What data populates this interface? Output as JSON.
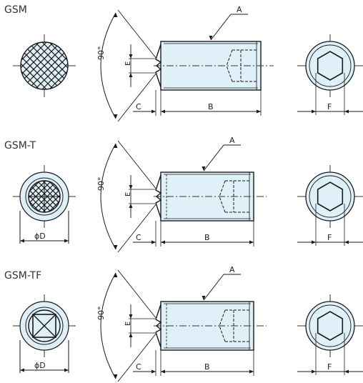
{
  "variants": [
    {
      "name": "GSM",
      "tip": "knurl-diamond",
      "ring": false,
      "label_phi": ""
    },
    {
      "name": "GSM-T",
      "tip": "knurl-ring",
      "ring": true,
      "label_phi": "ϕD"
    },
    {
      "name": "GSM-TF",
      "tip": "flat-ring",
      "ring": true,
      "label_phi": "ϕD"
    }
  ],
  "labels": {
    "angle": "90°",
    "dim_a": "A",
    "dim_b": "B",
    "dim_c": "C",
    "dim_e": "E",
    "dim_f": "F"
  },
  "colors": {
    "fill": "#dff0f8",
    "line": "#1a1a1a",
    "center": "#333333"
  }
}
